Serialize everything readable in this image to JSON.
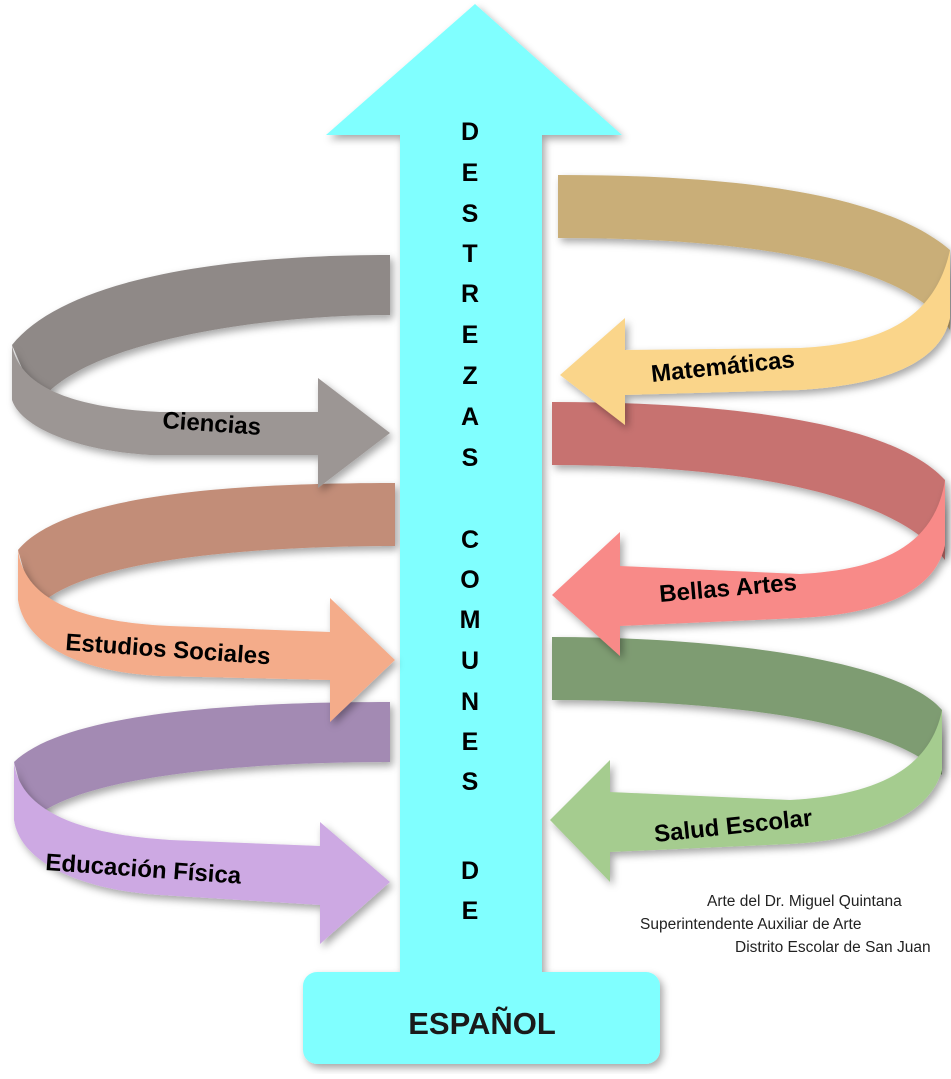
{
  "central_arrow": {
    "letters": [
      "D",
      "E",
      "S",
      "T",
      "R",
      "E",
      "Z",
      "A",
      "S",
      "",
      "C",
      "O",
      "M",
      "U",
      "N",
      "E",
      "S",
      "",
      "D",
      "E"
    ],
    "base_label": "ESPAÑOL",
    "color": "#80FFFF"
  },
  "subjects": [
    {
      "label": "Ciencias",
      "side": "left",
      "color": "#9C9694",
      "dark": "#7f7a78"
    },
    {
      "label": "Matemáticas",
      "side": "right",
      "color": "#FAD58A",
      "dark": "#C9AE78"
    },
    {
      "label": "Bellas Artes",
      "side": "right",
      "color": "#F88A88",
      "dark": "#C77270"
    },
    {
      "label": "Estudios Sociales",
      "side": "left",
      "color": "#F4AC8A",
      "dark": "#C28D78"
    },
    {
      "label": "Salud Escolar",
      "side": "right",
      "color": "#A5CC8F",
      "dark": "#7E9C72"
    },
    {
      "label": "Educación Física",
      "side": "left",
      "color": "#CDA9E3",
      "dark": "#A38AB3"
    }
  ],
  "credit": {
    "line1": "Arte del Dr. Miguel Quintana",
    "line2": "Superintendente Auxiliar de Arte",
    "line3": "Distrito Escolar de San Juan"
  }
}
